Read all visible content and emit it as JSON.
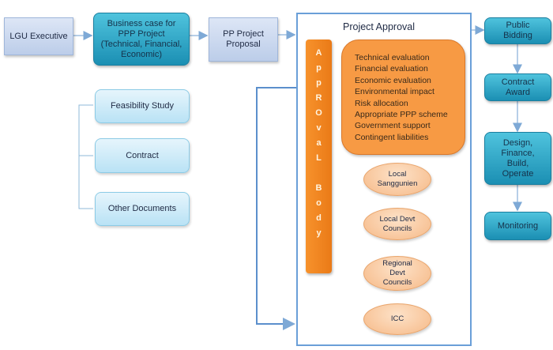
{
  "flow": {
    "lgu_executive": "LGU Executive",
    "business_case": [
      "Business case for",
      "PPP Project",
      "(Technical, Financial,",
      "Economic)"
    ],
    "pp_proposal": [
      "PP Project",
      "Proposal"
    ]
  },
  "documents": [
    "Feasibility Study",
    "Contract",
    "Other Documents"
  ],
  "approval": {
    "title": "Project Approval",
    "body_letters": [
      "A",
      "p",
      "p",
      "R",
      "O",
      "v",
      "a",
      "L",
      "",
      "B",
      "o",
      "d",
      "y"
    ],
    "evaluations": [
      "Technical evaluation",
      "Financial evaluation",
      "Economic evaluation",
      "Environmental impact",
      "Risk allocation",
      "Appropriate PPP scheme",
      "Government support",
      "Contingent liabilities"
    ],
    "bodies": [
      [
        "Local",
        "Sanggunien"
      ],
      [
        "Local Devt",
        "Councils"
      ],
      [
        "Regional",
        "Devt",
        "Councils"
      ],
      [
        "ICC"
      ]
    ]
  },
  "implementation": [
    [
      "Public",
      "Bidding"
    ],
    [
      "Contract",
      "Award"
    ],
    [
      "Design,",
      "Finance,",
      "Build,",
      "Operate"
    ],
    [
      "Monitoring"
    ]
  ],
  "colors": {
    "teal": "#2aa6c9",
    "orange": "#f7922c",
    "light_blue": "#c9d7ee",
    "connector": "#6a9fd8"
  }
}
